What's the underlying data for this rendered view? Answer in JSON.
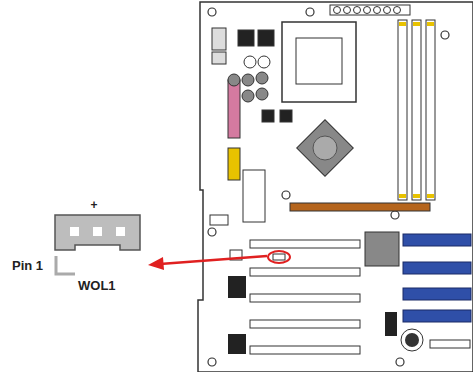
{
  "diagram": {
    "labels": [
      "+",
      "Pin 1",
      "WOL1"
    ]
  }
}
